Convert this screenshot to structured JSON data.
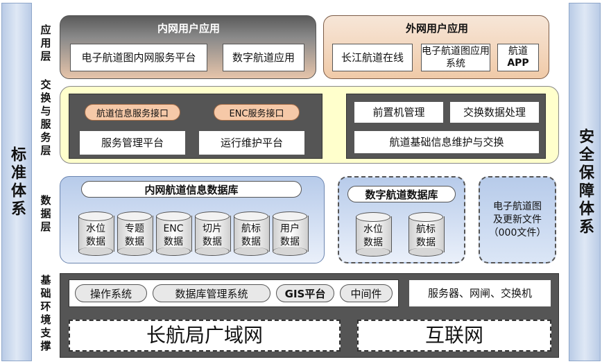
{
  "sides": {
    "left": "标准体系",
    "right": "安全保障体系"
  },
  "layers": {
    "app": "应用层",
    "exchange": "交换与服务层",
    "data": "数据层",
    "infra": "基础环境支撑"
  },
  "app": {
    "intranet": {
      "title": "内网用户应用",
      "items": [
        "电子航道图内网服务平台",
        "数字航道应用"
      ]
    },
    "extranet": {
      "title": "外网用户应用",
      "items": [
        "长江航道在线",
        "电子航道图应用系统",
        "航道",
        "APP"
      ]
    }
  },
  "exchange": {
    "left": {
      "pills": [
        "航道信息服务接口",
        "ENC服务接口"
      ],
      "boxes": [
        "服务管理平台",
        "运行维护平台"
      ]
    },
    "right": {
      "boxes": [
        "前置机管理",
        "交换数据处理",
        "航道基础信息维护与交换"
      ]
    }
  },
  "data": {
    "intranet_db": {
      "title": "内网航道信息数据库",
      "items": [
        [
          "水位",
          "数据"
        ],
        [
          "专题",
          "数据"
        ],
        [
          "ENC",
          "数据"
        ],
        [
          "切片",
          "数据"
        ],
        [
          "航标",
          "数据"
        ],
        [
          "用户",
          "数据"
        ]
      ]
    },
    "digital_db": {
      "title": "数字航道数据库",
      "items": [
        [
          "水位",
          "数据"
        ],
        [
          "航标",
          "数据"
        ]
      ]
    },
    "enc_files": [
      "电子航道图",
      "及更新文件",
      "（000文件）"
    ]
  },
  "infra": {
    "software": [
      "操作系统",
      "数据库管理系统",
      "GIS平台",
      "中间件"
    ],
    "hardware": "服务器、网闸、交换机",
    "networks": [
      "长航局广域网",
      "互联网"
    ]
  },
  "colors": {
    "accent_yellow": "#ffffcc",
    "pill_orange": "#f6c9a8",
    "db_blue": "#c9d8f0",
    "dark_gray": "#555555"
  }
}
